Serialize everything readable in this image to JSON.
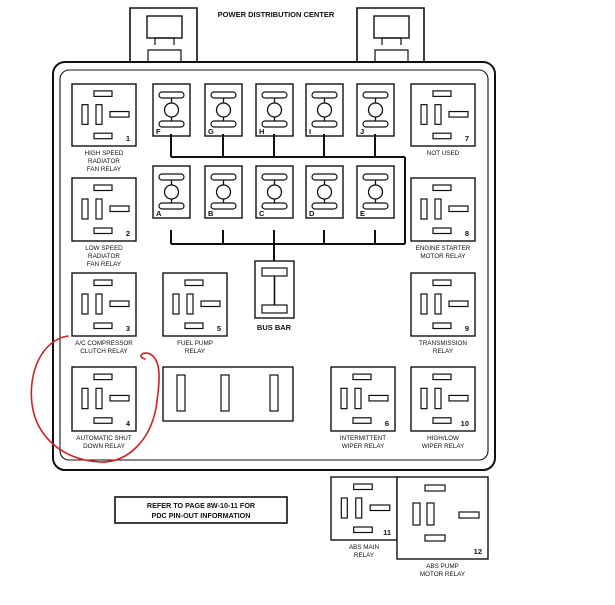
{
  "diagram": {
    "title": "POWER DISTRIBUTION CENTER",
    "bus_bar_label": "BUS BAR",
    "note_lines": [
      "REFER TO PAGE 8W-10-11 FOR",
      "PDC PIN-OUT INFORMATION"
    ],
    "fuses_top": [
      "F",
      "G",
      "H",
      "I",
      "J"
    ],
    "fuses_bottom": [
      "A",
      "B",
      "C",
      "D",
      "E"
    ],
    "relays": [
      {
        "id": "1",
        "name": [
          "HIGH SPEED",
          "RADIATOR",
          "FAN RELAY"
        ]
      },
      {
        "id": "2",
        "name": [
          "LOW SPEED",
          "RADIATOR",
          "FAN RELAY"
        ]
      },
      {
        "id": "3",
        "name": [
          "A/C COMPRESSOR",
          "CLUTCH RELAY"
        ]
      },
      {
        "id": "4",
        "name": [
          "AUTOMATIC SHUT",
          "DOWN RELAY"
        ]
      },
      {
        "id": "5",
        "name": [
          "FUEL PUMP",
          "RELAY"
        ]
      },
      {
        "id": "6",
        "name": [
          "INTERMITTENT",
          "WIPER RELAY"
        ]
      },
      {
        "id": "7",
        "name": [
          "NOT USED"
        ]
      },
      {
        "id": "8",
        "name": [
          "ENGINE STARTER",
          "MOTOR RELAY"
        ]
      },
      {
        "id": "9",
        "name": [
          "TRANSMISSION",
          "RELAY"
        ]
      },
      {
        "id": "10",
        "name": [
          "HIGH/LOW",
          "WIPER RELAY"
        ]
      },
      {
        "id": "11",
        "name": [
          "ABS MAIN",
          "RELAY"
        ]
      },
      {
        "id": "12",
        "name": [
          "ABS PUMP",
          "MOTOR RELAY"
        ]
      }
    ],
    "annotation_color": "#d42020"
  }
}
